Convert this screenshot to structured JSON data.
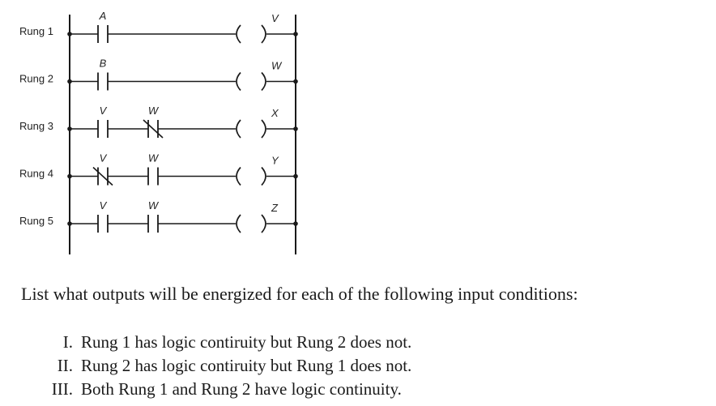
{
  "diagram": {
    "rungs": [
      {
        "label": "Rung 1",
        "contacts": [
          {
            "name": "A",
            "type": "NO"
          }
        ],
        "coil": "V"
      },
      {
        "label": "Rung 2",
        "contacts": [
          {
            "name": "B",
            "type": "NO"
          }
        ],
        "coil": "W"
      },
      {
        "label": "Rung 3",
        "contacts": [
          {
            "name": "V",
            "type": "NO"
          },
          {
            "name": "W",
            "type": "NC"
          }
        ],
        "coil": "X"
      },
      {
        "label": "Rung 4",
        "contacts": [
          {
            "name": "V",
            "type": "NC"
          },
          {
            "name": "W",
            "type": "NO"
          }
        ],
        "coil": "Y"
      },
      {
        "label": "Rung 5",
        "contacts": [
          {
            "name": "V",
            "type": "NO"
          },
          {
            "name": "W",
            "type": "NO"
          }
        ],
        "coil": "Z"
      }
    ]
  },
  "question": "List what outputs will be energized for each of the following input conditions:",
  "conditions": [
    {
      "num": "I.",
      "text": "Rung 1 has logic contiruity but Rung 2 does not."
    },
    {
      "num": "II.",
      "text": "Rung 2 has logic contiruity but Rung 1 does not."
    },
    {
      "num": "III.",
      "text": "Both Rung 1 and Rung 2 have logic continuity."
    }
  ]
}
